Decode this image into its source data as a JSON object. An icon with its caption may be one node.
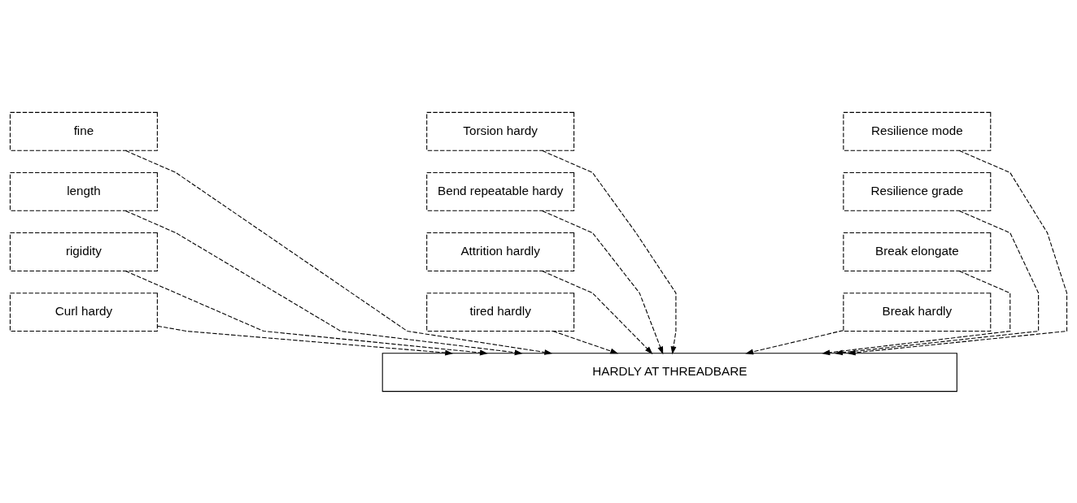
{
  "diagram": {
    "nodes": [
      {
        "text": [
          "fine"
        ]
      },
      {
        "text": [
          "length"
        ]
      },
      {
        "text": [
          "rigidity"
        ]
      },
      {
        "text": [
          "Curl hardy"
        ]
      },
      {
        "text": [
          "Torsion hardy"
        ]
      },
      {
        "text": [
          "Bend repeatable hardy"
        ]
      },
      {
        "text": [
          "Attrition hardly"
        ]
      },
      {
        "text": [
          "tired hardly"
        ]
      },
      {
        "text": [
          "Resilience mode"
        ]
      },
      {
        "text": [
          "Resilience grade"
        ]
      },
      {
        "text": [
          "Break elongate"
        ]
      },
      {
        "text": [
          "Break hardly"
        ]
      },
      {
        "text": [
          "HARDLY AT THREADBARE"
        ]
      }
    ],
    "edges": [
      {
        "from": 0,
        "to": 12,
        "arrow": "to",
        "style": "dashed"
      },
      {
        "from": 1,
        "to": 12,
        "arrow": "to",
        "style": "dashed"
      },
      {
        "from": 2,
        "to": 12,
        "arrow": "to",
        "style": "dashed"
      },
      {
        "from": 3,
        "to": 12,
        "arrow": "to",
        "style": "dashed"
      },
      {
        "from": 4,
        "to": 12,
        "arrow": "to",
        "style": "dashed"
      },
      {
        "from": 5,
        "to": 12,
        "arrow": "to",
        "style": "dashed"
      },
      {
        "from": 6,
        "to": 12,
        "arrow": "to",
        "style": "dashed"
      },
      {
        "from": 7,
        "to": 12,
        "arrow": "to",
        "style": "dashed"
      },
      {
        "from": 8,
        "to": 12,
        "arrow": "to",
        "style": "dashed"
      },
      {
        "from": 9,
        "to": 12,
        "arrow": "to",
        "style": "dashed"
      },
      {
        "from": 10,
        "to": 12,
        "arrow": "to",
        "style": "dashed"
      },
      {
        "from": 11,
        "to": 12,
        "arrow": "to",
        "style": "dashed"
      }
    ]
  }
}
